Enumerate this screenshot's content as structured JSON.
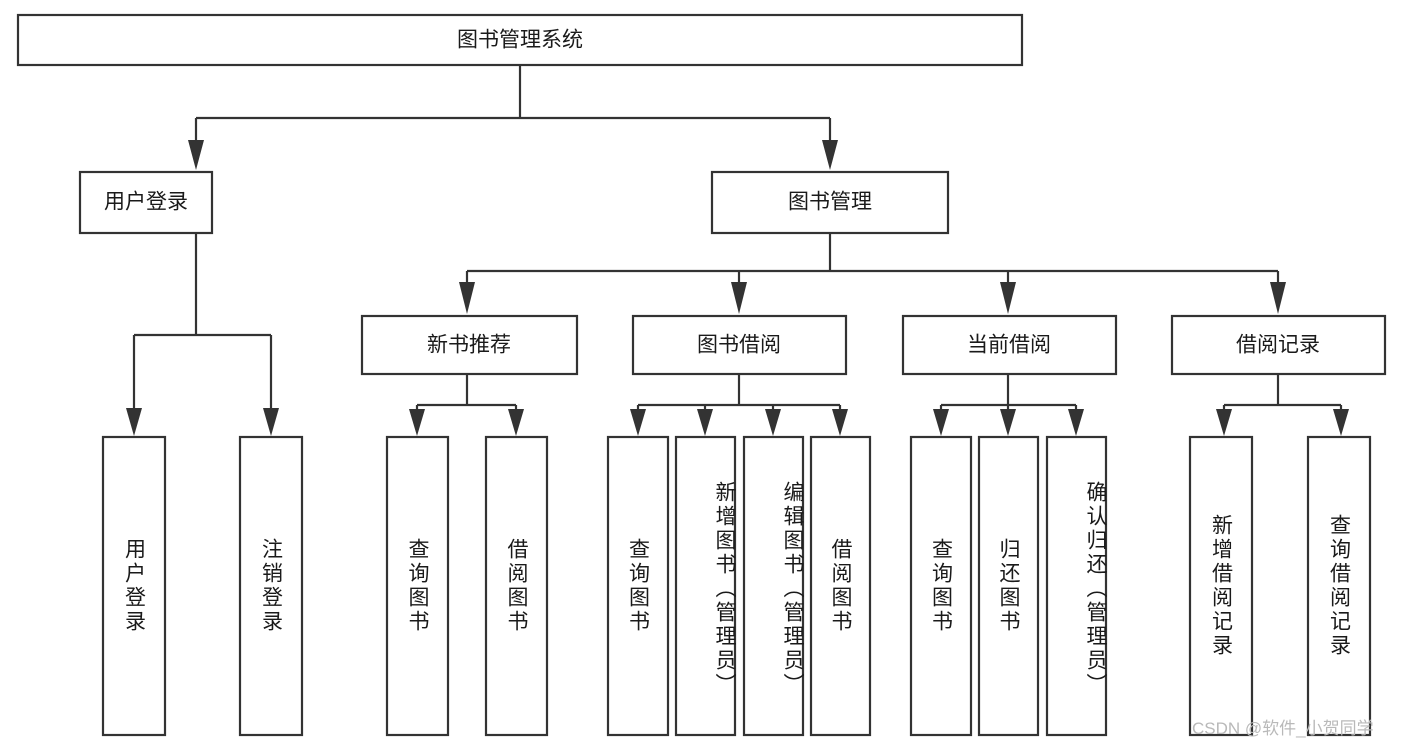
{
  "diagram": {
    "type": "tree",
    "title": "图书管理系统",
    "watermark": "CSDN @软件_小贺同学",
    "colors": {
      "background": "#ffffff",
      "stroke": "#333333",
      "box_fill": "#ffffff",
      "text": "#1a1a1a",
      "watermark": "#b9b9b9"
    },
    "levels": {
      "root": {
        "label": "图书管理系统"
      },
      "level2": [
        {
          "label": "用户登录"
        },
        {
          "label": "图书管理"
        }
      ],
      "level3": [
        {
          "label": "新书推荐"
        },
        {
          "label": "图书借阅"
        },
        {
          "label": "当前借阅"
        },
        {
          "label": "借阅记录"
        }
      ],
      "leaves": [
        {
          "label": "用户登录",
          "parent": "用户登录"
        },
        {
          "label": "注销登录",
          "parent": "用户登录"
        },
        {
          "label": "查询图书",
          "parent": "新书推荐"
        },
        {
          "label": "借阅图书",
          "parent": "新书推荐"
        },
        {
          "label": "查询图书",
          "parent": "图书借阅"
        },
        {
          "label": "新增图书（管理员）",
          "parent": "图书借阅"
        },
        {
          "label": "编辑图书（管理员）",
          "parent": "图书借阅"
        },
        {
          "label": "借阅图书",
          "parent": "图书借阅"
        },
        {
          "label": "查询图书",
          "parent": "当前借阅"
        },
        {
          "label": "归还图书",
          "parent": "当前借阅"
        },
        {
          "label": "确认归还（管理员）",
          "parent": "当前借阅"
        },
        {
          "label": "新增借阅记录",
          "parent": "借阅记录"
        },
        {
          "label": "查询借阅记录",
          "parent": "借阅记录"
        }
      ]
    }
  }
}
